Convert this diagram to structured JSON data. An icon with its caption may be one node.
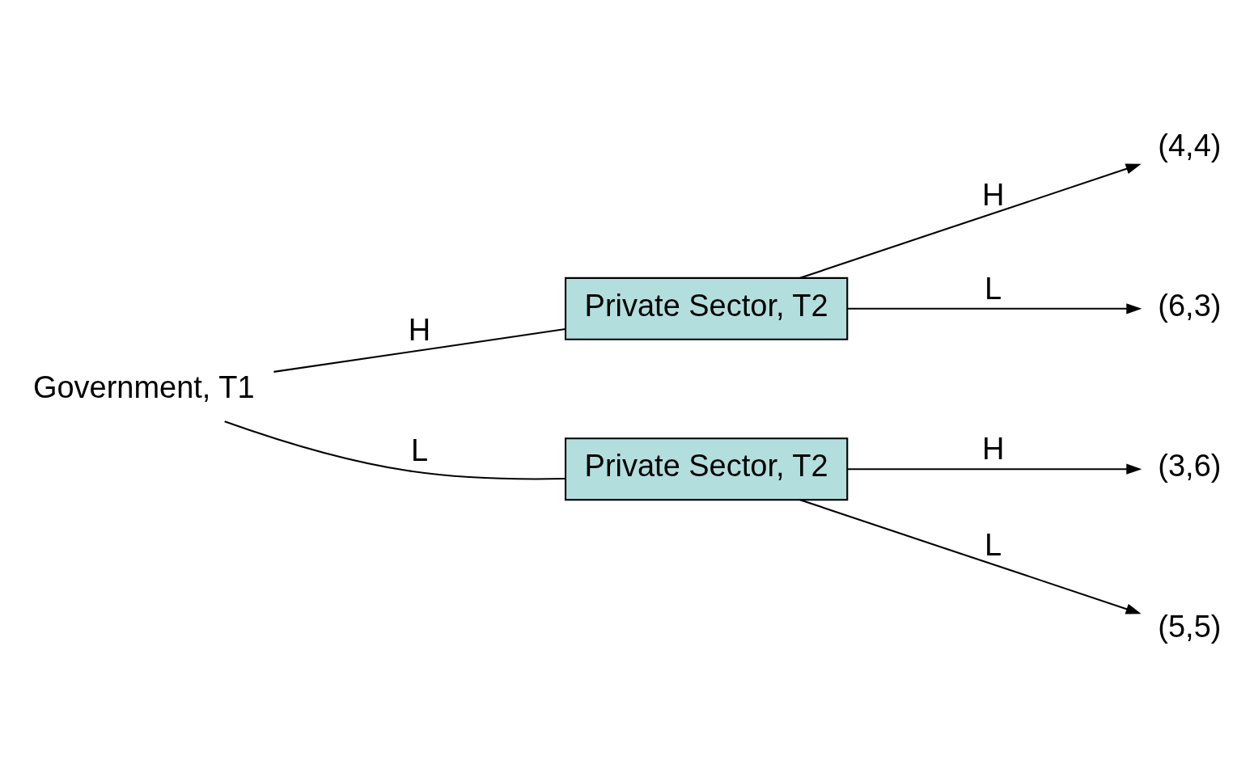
{
  "diagram": {
    "nodes": [
      {
        "text": [
          "Government, T1"
        ]
      },
      {
        "text": [
          "Private Sector, T2"
        ]
      },
      {
        "text": [
          "Private Sector, T2"
        ]
      },
      {
        "text": [
          "(4,4)"
        ]
      },
      {
        "text": [
          "(6,3)"
        ]
      },
      {
        "text": [
          "(3,6)"
        ]
      },
      {
        "text": [
          "(5,5)"
        ]
      }
    ],
    "edges": [
      {
        "from": 0,
        "to": 1,
        "arrow": "none",
        "label": "H"
      },
      {
        "from": 0,
        "to": 2,
        "arrow": "none",
        "label": "L"
      },
      {
        "from": 1,
        "to": 3,
        "arrow": "to",
        "label": "H"
      },
      {
        "from": 1,
        "to": 4,
        "arrow": "to",
        "label": "L"
      },
      {
        "from": 2,
        "to": 5,
        "arrow": "to",
        "label": "H"
      },
      {
        "from": 2,
        "to": 6,
        "arrow": "to",
        "label": "L"
      }
    ]
  }
}
